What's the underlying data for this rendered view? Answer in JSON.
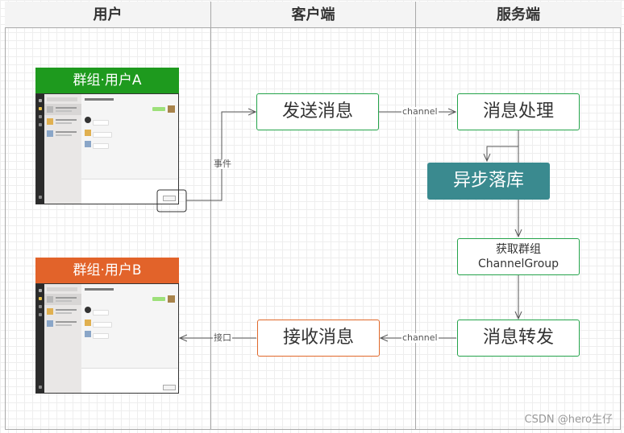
{
  "lanes": {
    "user": "用户",
    "client": "客户端",
    "server": "服务端"
  },
  "colors": {
    "green_label": "#1e9a1e",
    "orange_label": "#e2632a",
    "green_border": "#24a34a",
    "orange_border": "#e0682a",
    "teal_fill": "#3a8a8f"
  },
  "chat_a": {
    "label": "群组·用户A"
  },
  "chat_b": {
    "label": "群组·用户B"
  },
  "nodes": {
    "send": "发送消息",
    "process": "消息处理",
    "async": "异步落库",
    "get_group_line1": "获取群组",
    "get_group_line2": "ChannelGroup",
    "receive": "接收消息",
    "forward": "消息转发"
  },
  "edges": {
    "event": "事件",
    "channel_top": "channel",
    "channel_bottom": "channel",
    "interface": "接口"
  },
  "watermark": "CSDN @hero生仔"
}
